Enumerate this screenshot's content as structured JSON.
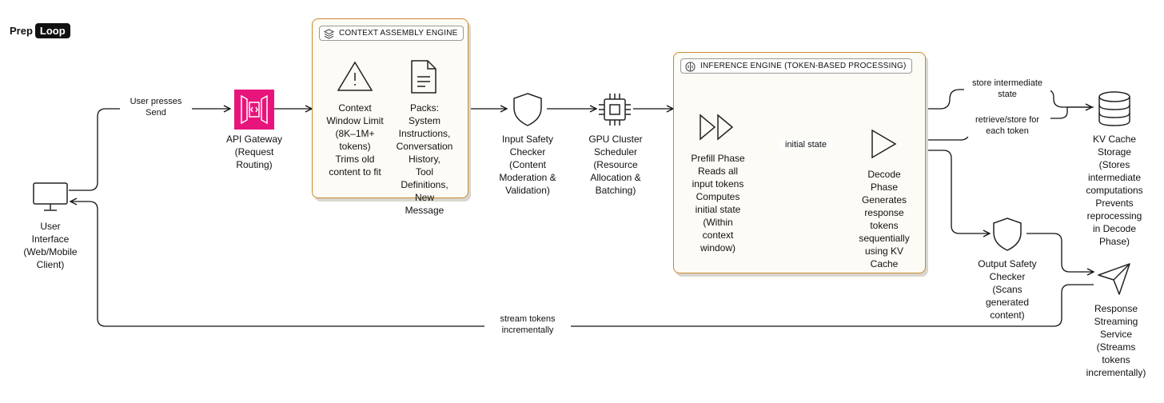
{
  "brand": {
    "word1": "Prep",
    "word2": "Loop"
  },
  "groups": {
    "context": {
      "title": "CONTEXT ASSEMBLY ENGINE",
      "icon": "layers-icon"
    },
    "inference": {
      "title": "INFERENCE ENGINE (TOKEN-BASED PROCESSING)",
      "icon": "brain-icon"
    }
  },
  "nodes": {
    "user": {
      "label": "User\nInterface\n(Web/Mobile\nClient)",
      "icon": "monitor-icon"
    },
    "gateway": {
      "label": "API Gateway\n(Request\nRouting)",
      "icon": "api-gateway-icon",
      "color": "#e7157b"
    },
    "context_limit": {
      "label": "Context\nWindow Limit\n(8K–1M+\ntokens)\nTrims old\ncontent to fit",
      "icon": "warning-icon"
    },
    "packs": {
      "label": "Packs:\nSystem\nInstructions,\nConversation\nHistory,\nTool\nDefinitions,\nNew\nMessage",
      "icon": "document-icon"
    },
    "input_safety": {
      "label": "Input Safety\nChecker\n(Content\nModeration &\nValidation)",
      "icon": "shield-icon"
    },
    "gpu": {
      "label": "GPU Cluster\nScheduler\n(Resource\nAllocation &\nBatching)",
      "icon": "chip-icon"
    },
    "prefill": {
      "label": "Prefill Phase\nReads all\ninput tokens\nComputes\ninitial state\n(Within\ncontext\nwindow)",
      "icon": "fast-forward-icon"
    },
    "decode": {
      "label": "Decode\nPhase\nGenerates\nresponse\ntokens\nsequentially\nusing KV\nCache",
      "icon": "play-icon"
    },
    "kv_cache": {
      "label": "KV Cache\nStorage\n(Stores\nintermediate\ncomputations\nPrevents\nreprocessing\nin Decode\nPhase)",
      "icon": "database-icon"
    },
    "output_safety": {
      "label": "Output Safety\nChecker\n(Scans\ngenerated\ncontent)",
      "icon": "shield-icon"
    },
    "streaming": {
      "label": "Response\nStreaming\nService\n(Streams\ntokens\nincrementally)",
      "icon": "send-icon"
    }
  },
  "edges": {
    "user_send": "User presses\nSend",
    "store": "store intermediate\nstate",
    "retrieve": "retrieve/store for\neach token",
    "initial": "initial state",
    "stream": "stream tokens\nincrementally"
  }
}
